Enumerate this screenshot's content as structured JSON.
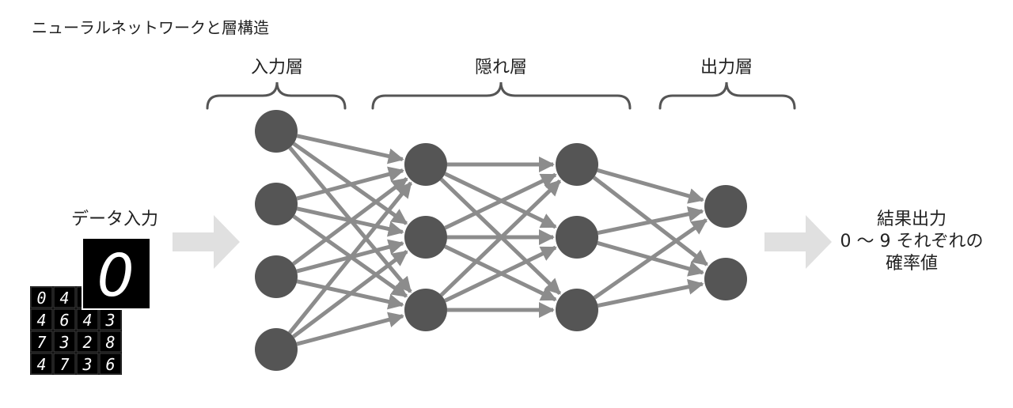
{
  "title": "ニューラルネットワークと層構造",
  "layers": {
    "input_label": "入力層",
    "hidden_label": "隠れ層",
    "output_label": "出力層"
  },
  "input_side": {
    "label": "データ入力",
    "sample_digit": "0",
    "grid_digits": [
      "0",
      "4",
      "",
      "",
      "4",
      "6",
      "4",
      "3",
      "7",
      "3",
      "2",
      "8",
      "4",
      "7",
      "3",
      "6"
    ]
  },
  "output_side": {
    "line1": "結果出力",
    "line2": "0 ～ 9 それぞれの",
    "line3": "確率値"
  },
  "network": {
    "layer_sizes": [
      4,
      3,
      3,
      2
    ],
    "fully_connected": true
  },
  "colors": {
    "node": "#555555",
    "edge": "#8c8c8c",
    "bracket": "#555555",
    "big_arrow": "#e0e0e0",
    "text": "#222222"
  }
}
